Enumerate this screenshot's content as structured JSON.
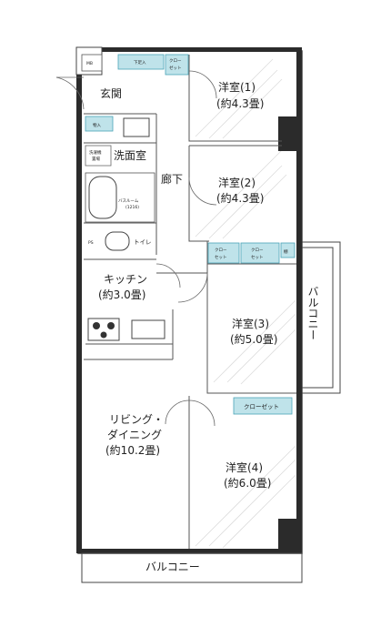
{
  "rooms": {
    "entrance": "玄関",
    "corridor": "廊下",
    "washroom": "洗面室",
    "bathroom": "バスルーム",
    "bath_size": "(1216)",
    "toilet": "トイレ",
    "ps": "PS",
    "mb": "MB",
    "laundry_1": "洗濯機",
    "laundry_2": "置場",
    "storage": "物入",
    "shoe_box": "下足入",
    "kitchen_name": "キッチン",
    "kitchen_size": "(約3.0畳)",
    "living_name_1": "リビング・",
    "living_name_2": "ダイニング",
    "living_size": "(約10.2畳)",
    "room1_name": "洋室(1)",
    "room1_size": "(約4.3畳)",
    "room2_name": "洋室(2)",
    "room2_size": "(約4.3畳)",
    "room3_name": "洋室(3)",
    "room3_size": "(約5.0畳)",
    "room4_name": "洋室(4)",
    "room4_size": "(約6.0畳)"
  },
  "closets": {
    "closet_a_1": "クロー",
    "closet_a_2": "ゼット",
    "closet_b_1": "クロー",
    "closet_b_2": "セット",
    "closet_c_1": "クロー",
    "closet_c_2": "セット",
    "closet_d": "クローゼット",
    "shelf": "棚"
  },
  "balcony": {
    "side": "バルコニー",
    "bottom": "バルコニー"
  },
  "colors": {
    "closet_fill": "#bfe3ea",
    "wall": "#444444",
    "column": "#2b2b2b"
  }
}
